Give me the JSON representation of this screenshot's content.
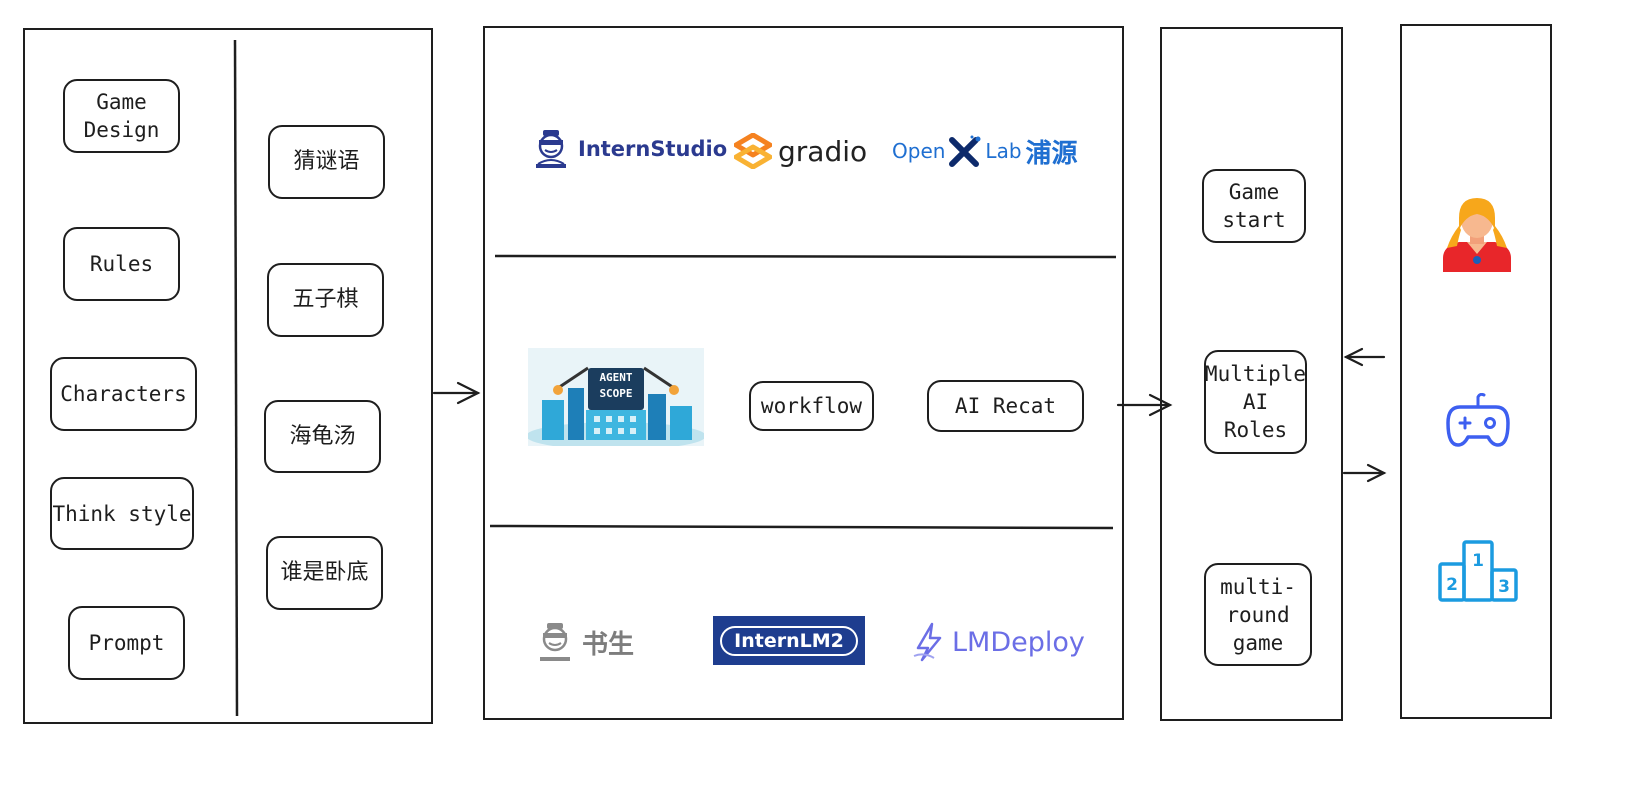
{
  "left_panel": {
    "design_items": [
      "Game\nDesign",
      "Rules",
      "Characters",
      "Think style",
      "Prompt"
    ],
    "game_items": [
      "猜谜语",
      "五子棋",
      "海龟汤",
      "谁是卧底"
    ]
  },
  "middle_panel": {
    "platform_logos": {
      "internstudio": "InternStudio",
      "gradio": "gradio",
      "openxlab_open": "Open",
      "openxlab_lab": "Lab",
      "openxlab_cn": "浦源"
    },
    "agentscope_banner": {
      "line1": "AGENT",
      "line2": "SCOPE"
    },
    "framework_items": [
      "workflow",
      "AI Recat"
    ],
    "model_logos": {
      "shusheng": "书生",
      "internlm2": "InternLM2",
      "lmdeploy": "LMDeploy"
    }
  },
  "game_panel": {
    "items": [
      "Game\nstart",
      "Multiple\nAI\nRoles",
      "multi-\nround\ngame"
    ]
  },
  "user_panel": {
    "icons": [
      "user-avatar-icon",
      "gamepad-icon",
      "podium-icon"
    ],
    "podium_ranks": [
      "1",
      "2",
      "3"
    ]
  },
  "colors": {
    "stroke": "#1e1e1e",
    "intern_blue": "#2b3a8f",
    "gradio_orange": "#f58220",
    "openxlab_blue": "#1f6fd1",
    "lmdeploy_purple": "#6b6ee6",
    "gamepad_blue": "#3d5ff0",
    "podium_blue": "#1b9be0",
    "avatar_red": "#e8262a",
    "avatar_orange": "#f7a71b"
  }
}
